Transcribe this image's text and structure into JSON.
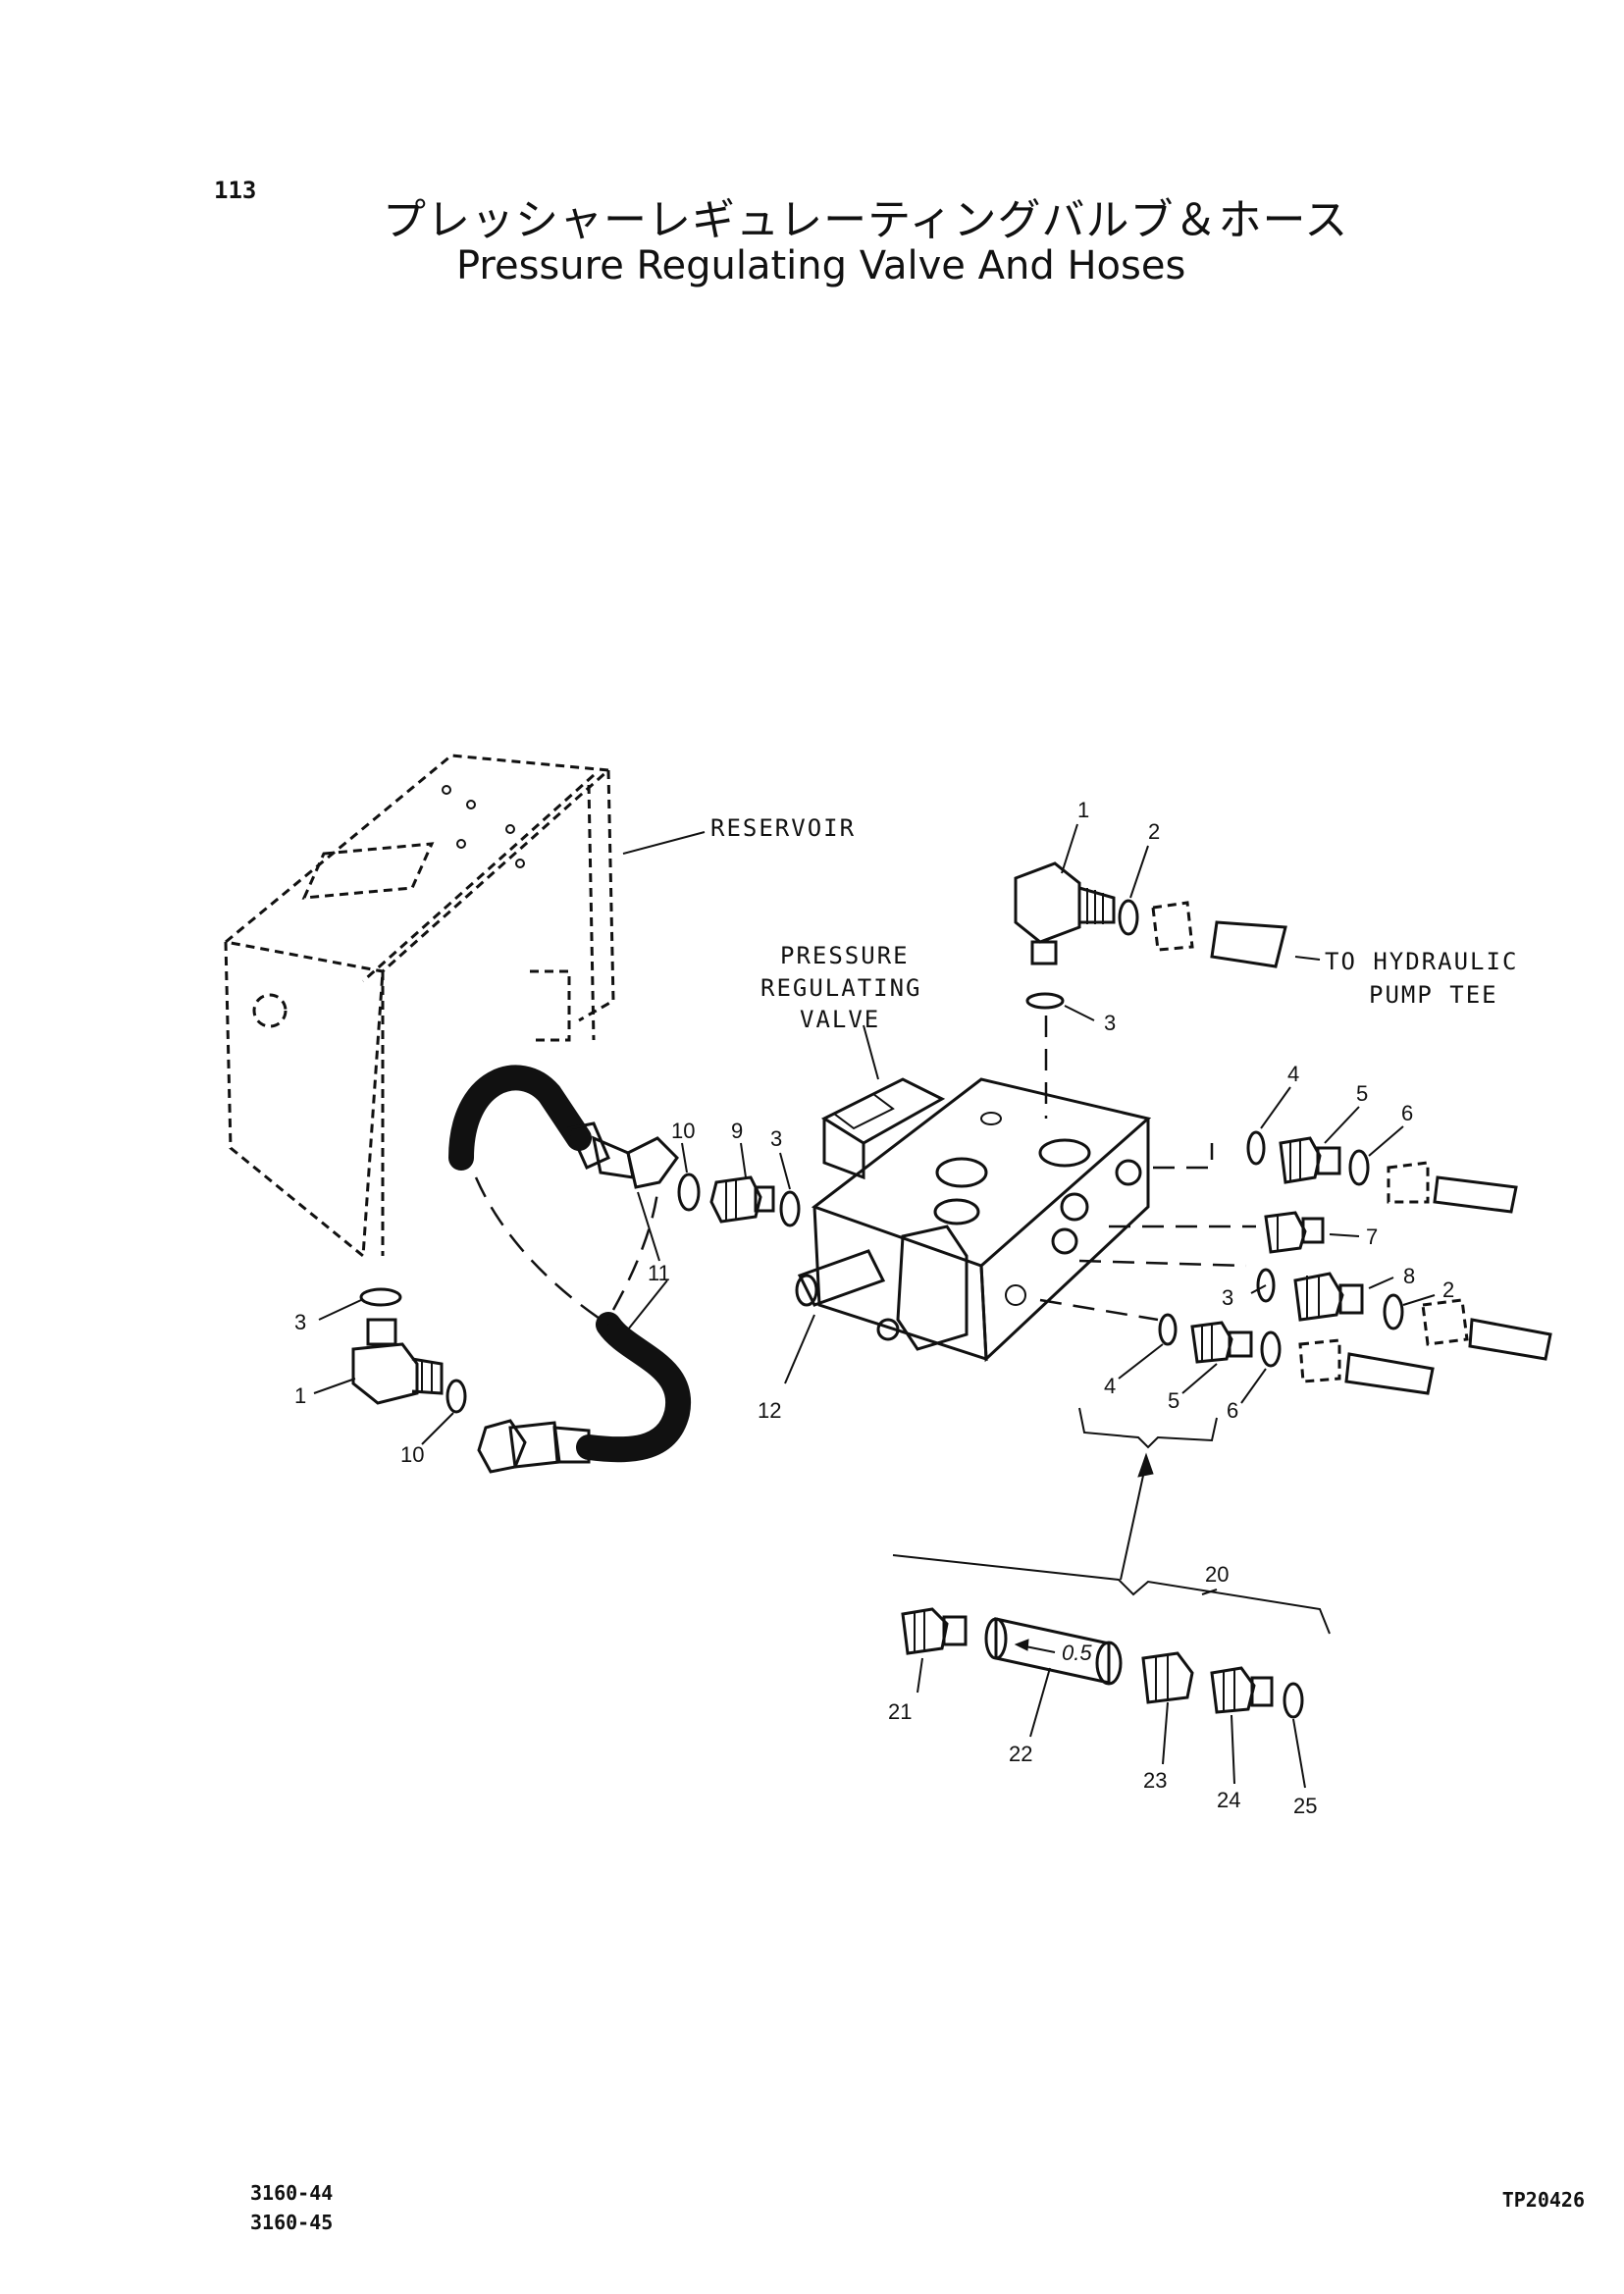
{
  "page": {
    "number": "113",
    "title_jp": "プレッシャーレギュレーティングバルブ＆ホース",
    "title_en": "Pressure Regulating Valve And Hoses"
  },
  "callouts": {
    "reservoir": "RESERVOIR",
    "valve_line1": "PRESSURE",
    "valve_line2": "REGULATING",
    "valve_line3": "VALVE",
    "pump_line1": "TO HYDRAULIC",
    "pump_line2": "PUMP TEE"
  },
  "parts": {
    "p1_top": "1",
    "p2_top": "2",
    "p3_top": "3",
    "p4_right": "4",
    "p5_right": "5",
    "p6_right": "6",
    "p7": "7",
    "p8": "8",
    "p2_right": "2",
    "p3_right": "3",
    "p4_lower": "4",
    "p5_lower": "5",
    "p6_lower": "6",
    "p10_mid": "10",
    "p9": "9",
    "p3_mid": "3",
    "p11_a": "11",
    "p11_b": "11",
    "p12": "12",
    "p3_left": "3",
    "p1_left": "1",
    "p10_left": "10",
    "p20": "20",
    "p21": "21",
    "p22": "22",
    "p23": "23",
    "p24": "24",
    "p25": "25",
    "orifice": "0.5"
  },
  "footer": {
    "ref_1": "3160-44",
    "ref_2": "3160-45",
    "drawing_no": "TP20426"
  }
}
